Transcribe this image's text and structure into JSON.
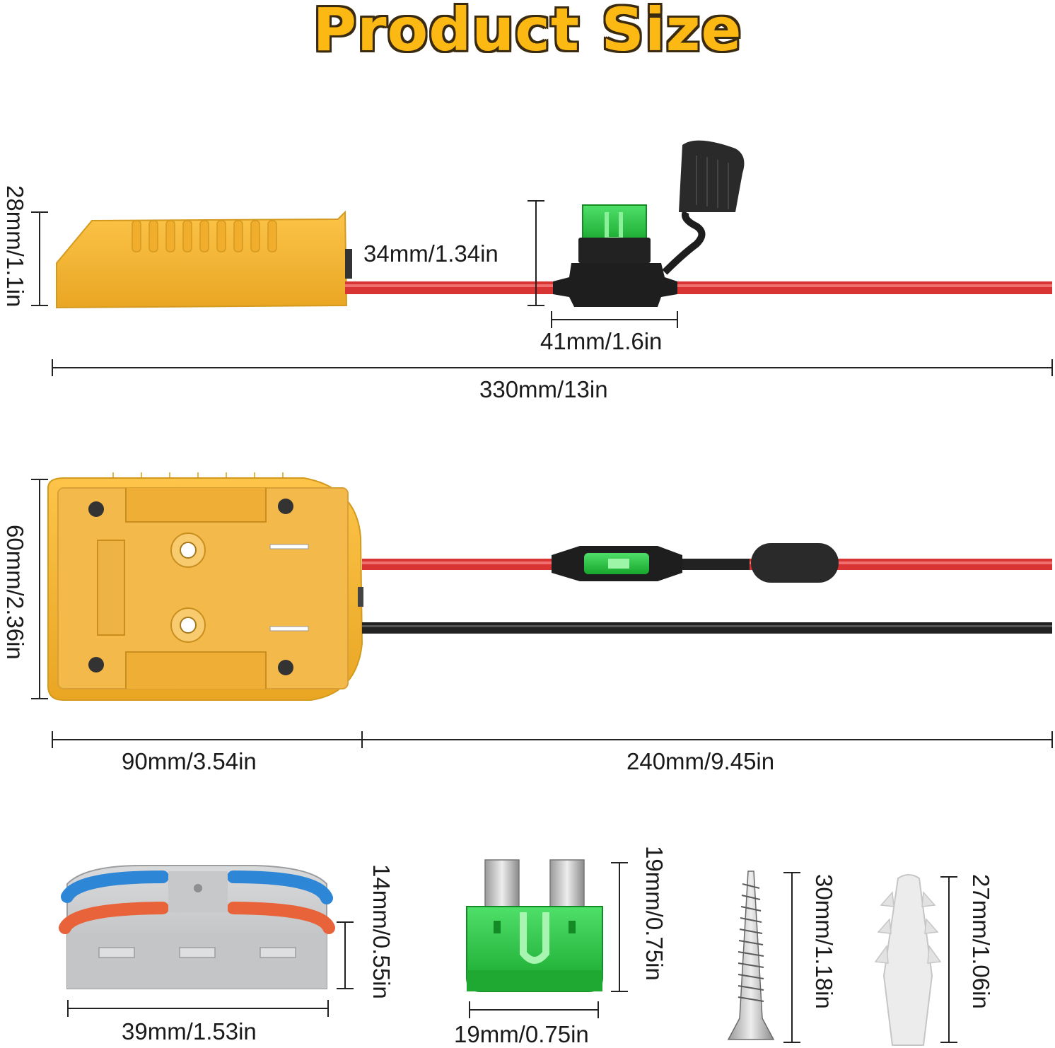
{
  "title": "Product Size",
  "colors": {
    "title": "#FDB913",
    "adapter": "#F5B52E",
    "fuse": "#2DBE3A",
    "wire_red": "#E03A3A",
    "wire_black": "#222222"
  },
  "dimensions": {
    "side_height": "28mm/1.1in",
    "fuse_holder_height": "34mm/1.34in",
    "fuse_holder_width": "41mm/1.6in",
    "total_length": "330mm/13in",
    "top_height": "60mm/2.36in",
    "adapter_length": "90mm/3.54in",
    "cable_length": "240mm/9.45in",
    "connector_height": "14mm/0.55in",
    "connector_width": "39mm/1.53in",
    "fuse_height": "19mm/0.75in",
    "fuse_width": "19mm/0.75in",
    "screw_length": "30mm/1.18in",
    "anchor_length": "27mm/1.06in"
  }
}
